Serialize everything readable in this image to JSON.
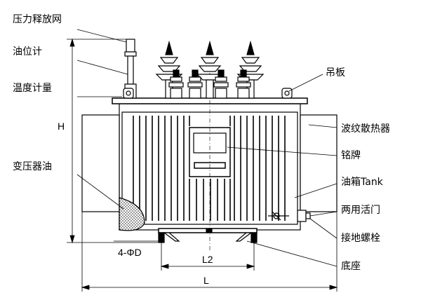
{
  "labels": {
    "pressure_relief": "压力释放网",
    "oil_gauge": "油位计",
    "thermometer": "温度计量",
    "transformer_oil": "变压器油",
    "lifting_plate": "吊板",
    "radiator": "波纹散热器",
    "nameplate": "铭牌",
    "oil_tank": "油箱Tank",
    "dual_valve": "两用活门",
    "ground_bolt": "接地螺栓",
    "base": "底座"
  },
  "dimensions": {
    "height": "H",
    "hole": "4-ΦD",
    "wheel_span": "L2",
    "length": "L"
  }
}
